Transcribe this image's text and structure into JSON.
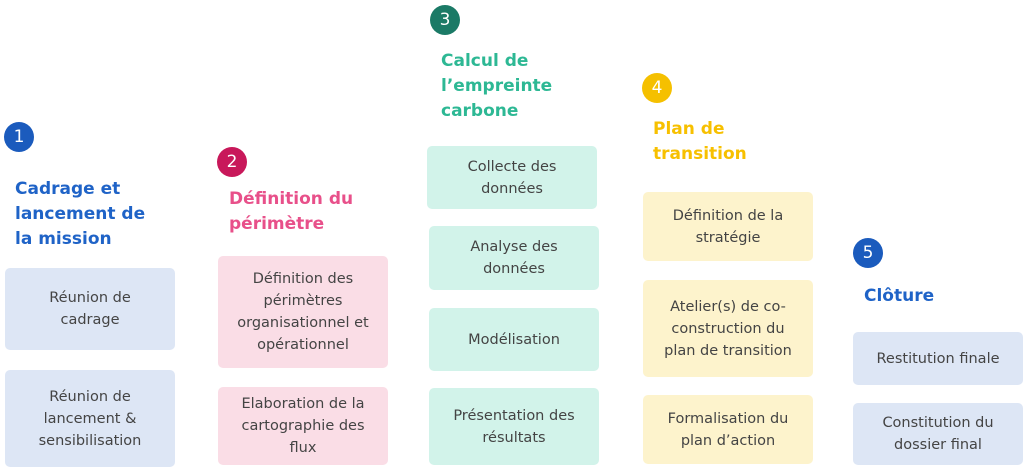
{
  "colors": {
    "blue": "#1f63c7",
    "pink": "#e8508a",
    "green": "#2db894",
    "yellow": "#f7c000"
  },
  "phases": [
    {
      "number": "1",
      "title": "Cadrage et\nlancement de\nla mission",
      "steps": [
        "Réunion de\ncadrage",
        "Réunion de\nlancement &\nsensibilisation"
      ]
    },
    {
      "number": "2",
      "title": "Définition du\npérimètre",
      "steps": [
        "Définition des\npérimètres\norganisationnel et\nopérationnel",
        "Elaboration de la\ncartographie des\nflux"
      ]
    },
    {
      "number": "3",
      "title": "Calcul de\nl’empreinte\ncarbone",
      "steps": [
        "Collecte des\ndonnées",
        "Analyse des\ndonnées",
        "Modélisation",
        "Présentation des\nrésultats"
      ]
    },
    {
      "number": "4",
      "title": "Plan de\ntransition",
      "steps": [
        "Définition de la\nstratégie",
        "Atelier(s) de co-\nconstruction du\nplan de transition",
        "Formalisation du\nplan d’action"
      ]
    },
    {
      "number": "5",
      "title": "Clôture",
      "steps": [
        "Restitution finale",
        "Constitution du\ndossier final"
      ]
    }
  ]
}
